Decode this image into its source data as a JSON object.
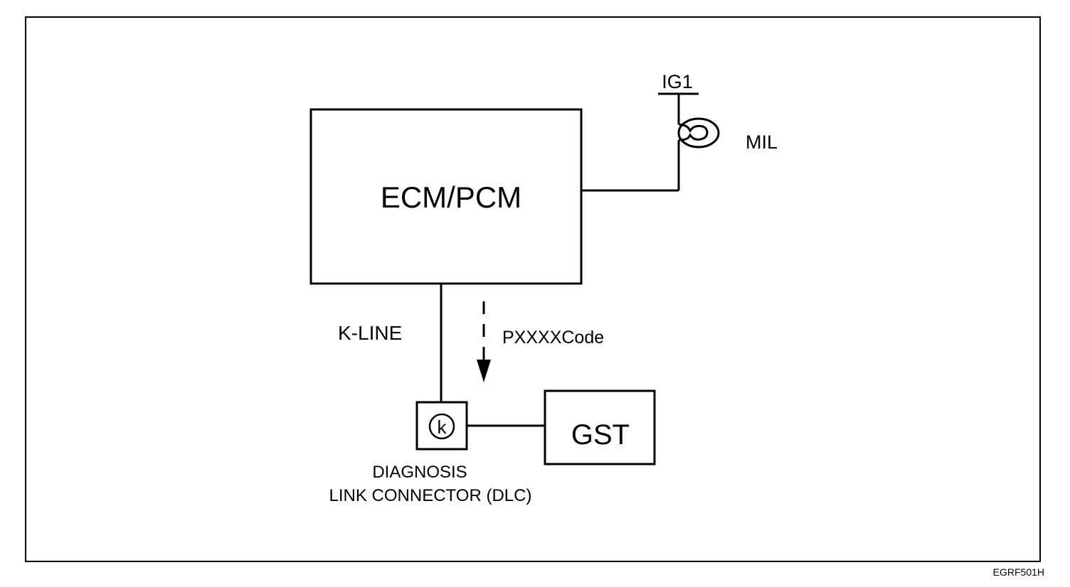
{
  "blocks": {
    "ecm": "ECM/PCM",
    "gst": "GST"
  },
  "labels": {
    "ig1": "IG1",
    "mil": "MIL",
    "k_line": "K-LINE",
    "code": "PXXXXCode",
    "connector_symbol": "k",
    "dlc_line1": "DIAGNOSIS",
    "dlc_line2": "LINK CONNECTOR (DLC)"
  },
  "figure_id": "EGRF501H",
  "colors": {
    "ink": "#000000",
    "background": "#ffffff"
  },
  "icons": {
    "lamp": "mil-lamp-icon",
    "arrow": "down-arrow-icon"
  }
}
